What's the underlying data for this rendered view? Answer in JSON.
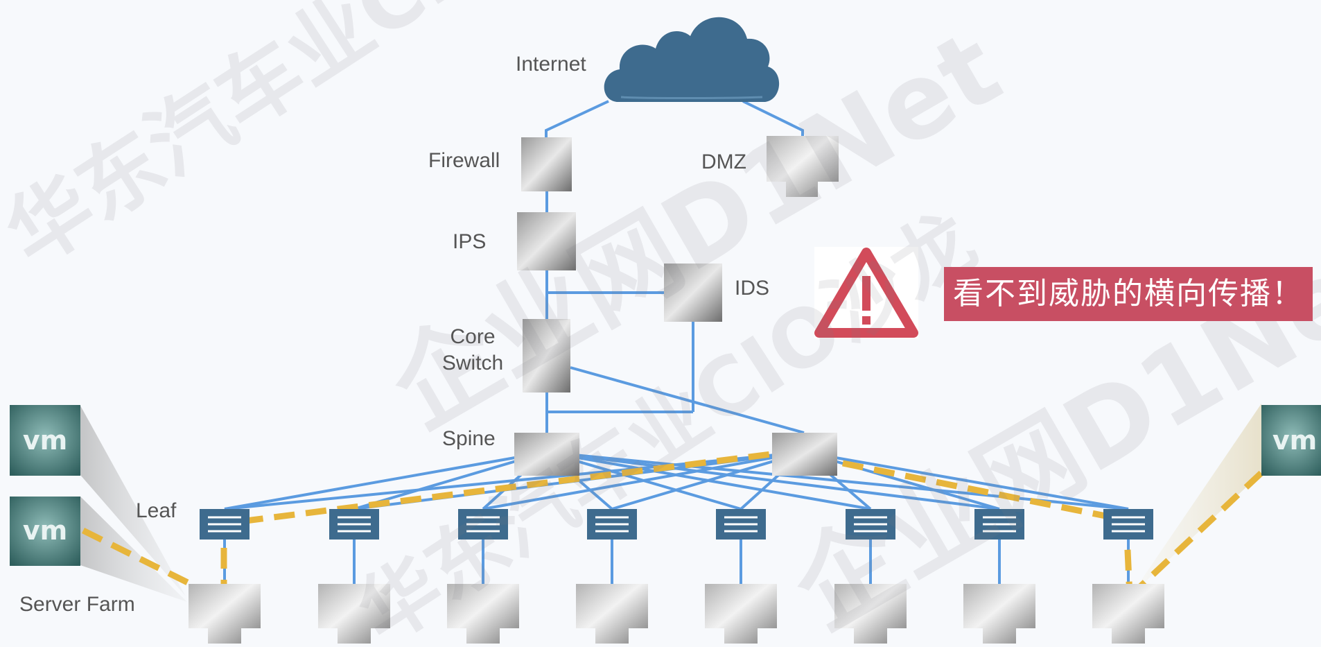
{
  "colors": {
    "background": "#f7f9fc",
    "link": "#5b9be0",
    "threat_path": "#e7b53b",
    "cloud": "#3e6b8e",
    "leaf_switch": "#3e6b8e",
    "alert_banner": "#c84f63",
    "warning_triangle": "#d24b5a",
    "vm_icon": "#3f7a78"
  },
  "header_fragment": "",
  "nodes": {
    "internet": "Internet",
    "firewall": "Firewall",
    "dmz": "DMZ",
    "ips": "IPS",
    "ids": "IDS",
    "core_switch_line1": "Core",
    "core_switch_line2": "Switch",
    "spine": "Spine",
    "leaf": "Leaf",
    "server_farm": "Server Farm"
  },
  "alert": {
    "text": "看不到威胁的横向传播！",
    "icon": "warning-triangle-icon"
  },
  "icons": {
    "vm": "vm-icon",
    "server": "server-icon",
    "switch": "switch-icon",
    "cloud": "cloud-icon"
  },
  "leaf_count": 8,
  "server_count": 8,
  "watermarks": [
    "华东汽车业CIO沙龙",
    "企业网D1Net"
  ]
}
